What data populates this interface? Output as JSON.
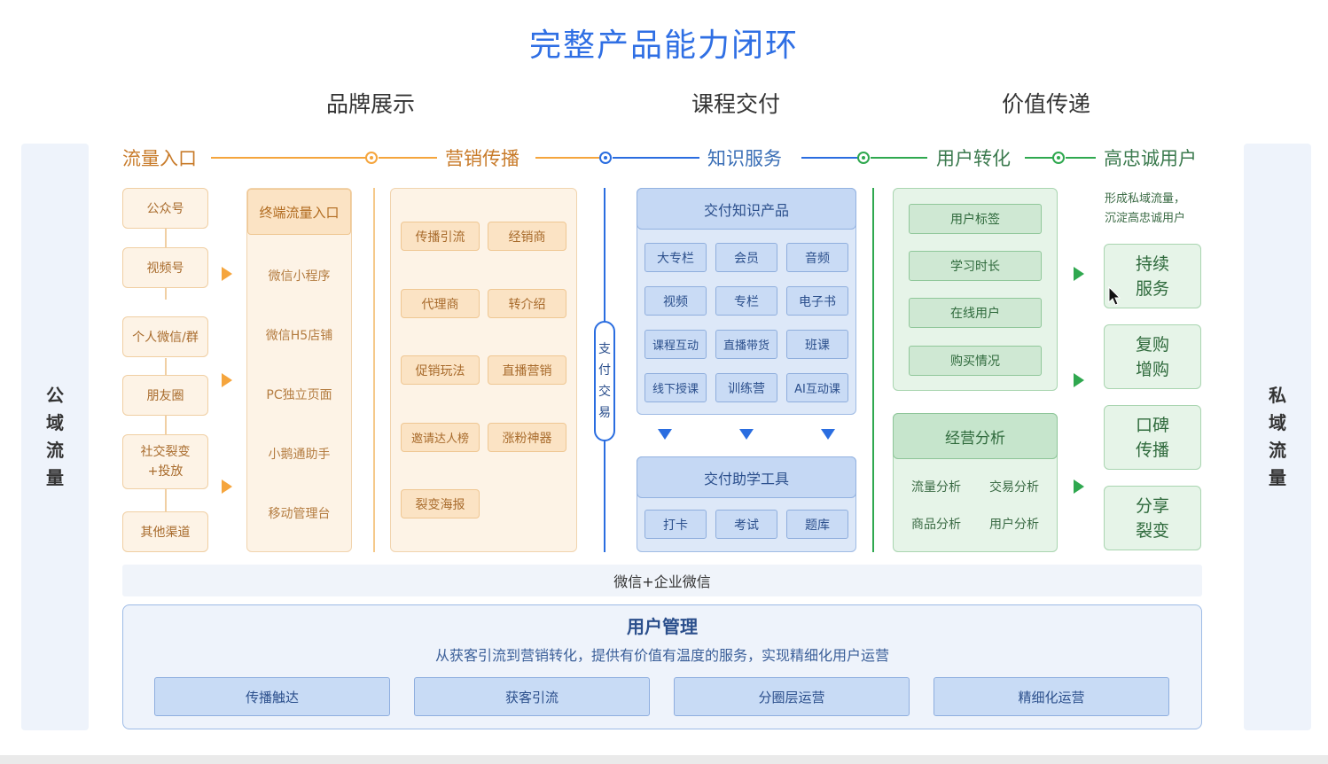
{
  "title": "完整产品能力闭环",
  "sections": [
    "品牌展示",
    "课程交付",
    "价值传递"
  ],
  "side_left": [
    "公",
    "域",
    "流",
    "量"
  ],
  "side_right": [
    "私",
    "域",
    "流",
    "量"
  ],
  "stages": [
    "流量入口",
    "营销传播",
    "知识服务",
    "用户转化",
    "高忠诚用户"
  ],
  "channels": [
    "公众号",
    "视频号",
    "个人微信/群",
    "朋友圈",
    "社交裂变",
    "+投放",
    "其他渠道"
  ],
  "entry_panel": {
    "title": "终端流量入口",
    "items": [
      "微信小程序",
      "微信H5店铺",
      "PC独立页面",
      "小鹅通助手",
      "移动管理台"
    ]
  },
  "marketing": [
    "传播引流",
    "经销商",
    "代理商",
    "转介绍",
    "促销玩法",
    "直播营销",
    "邀请达人榜",
    "涨粉神器",
    "裂变海报"
  ],
  "payment": [
    "支",
    "付",
    "交",
    "易"
  ],
  "knowledge": {
    "title": "交付知识产品",
    "items": [
      "大专栏",
      "会员",
      "音频",
      "视频",
      "专栏",
      "电子书",
      "课程互动",
      "直播带货",
      "班课",
      "线下授课",
      "训练营",
      "AI互动课"
    ]
  },
  "tools": {
    "title": "交付助学工具",
    "items": [
      "打卡",
      "考试",
      "题库"
    ]
  },
  "user_tags": [
    "用户标签",
    "学习时长",
    "在线用户",
    "购买情况"
  ],
  "ops": {
    "title": "经营分析",
    "items": [
      "流量分析",
      "交易分析",
      "商品分析",
      "用户分析"
    ]
  },
  "loyal_note": [
    "形成私域流量，",
    "沉淀高忠诚用户"
  ],
  "loyal_boxes": [
    [
      "持续",
      "服务"
    ],
    [
      "复购",
      "增购"
    ],
    [
      "口碑",
      "传播"
    ],
    [
      "分享",
      "裂变"
    ]
  ],
  "wechat_bar": "微信+企业微信",
  "user_mgmt": {
    "title": "用户管理",
    "desc": "从获客引流到营销转化，提供有价值有温度的服务，实现精细化用户运营",
    "items": [
      "传播触达",
      "获客引流",
      "分圈层运营",
      "精细化运营"
    ]
  },
  "colors": {
    "title": "#2f6fe4",
    "orange": "#f5a53d",
    "blue": "#2a6de0",
    "green": "#2fa84f"
  }
}
